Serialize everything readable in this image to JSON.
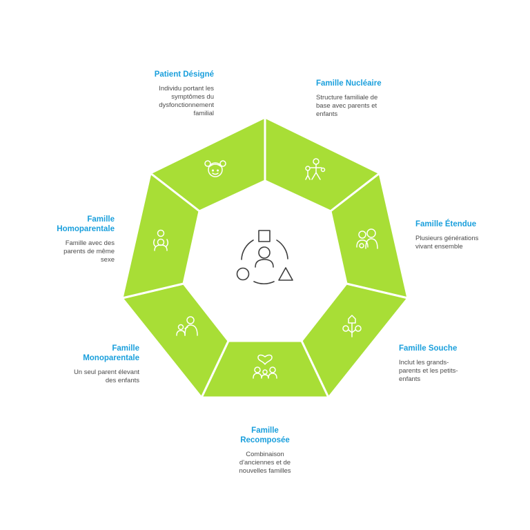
{
  "center": {
    "icon": "shapes-person-cycle-icon"
  },
  "segments": [
    {
      "id": "patient-designe",
      "icon": "child-face-icon",
      "title": "Patient Désigné",
      "description": "Individu portant les symptômes du dysfonctionnement familial"
    },
    {
      "id": "famille-nucleaire",
      "icon": "parent-child-icon",
      "title": "Famille Nucléaire",
      "description": "Structure familiale de base avec parents et enfants"
    },
    {
      "id": "famille-etendue",
      "icon": "group-people-icon",
      "title": "Famille Étendue",
      "description": "Plusieurs générations vivant ensemble"
    },
    {
      "id": "famille-souche",
      "icon": "family-tree-house-icon",
      "title": "Famille Souche",
      "description": "Inclut les grands-parents et les petits-enfants"
    },
    {
      "id": "famille-recomposee",
      "icon": "heart-family-icon",
      "title": "Famille Recomposée",
      "description": "Combinaison d'anciennes et de nouvelles familles"
    },
    {
      "id": "famille-monoparentale",
      "icon": "single-parent-icon",
      "title": "Famille Monoparentale",
      "description": "Un seul parent élevant des enfants"
    },
    {
      "id": "famille-homoparentale",
      "icon": "same-sex-parents-icon",
      "title": "Famille Homoparentale",
      "description": "Famille avec des parents de même sexe"
    }
  ],
  "colors": {
    "segment": "#a8de36",
    "title": "#1a9fdc",
    "description": "#4a4a4a",
    "center_icon": "#3d3d3d"
  }
}
